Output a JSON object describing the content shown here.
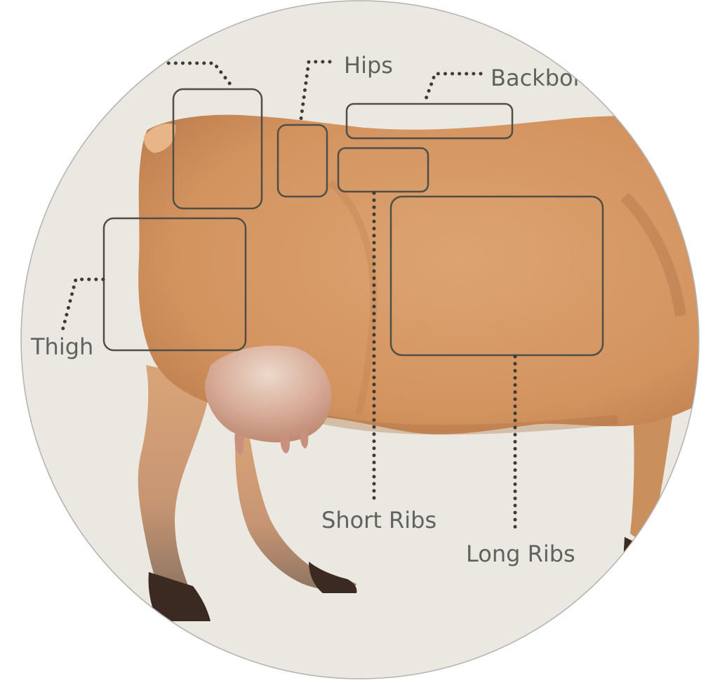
{
  "diagram": {
    "labels": {
      "thigh": "Thigh",
      "hips": "Hips",
      "backbone": "Backbone",
      "short_ribs": "Short Ribs",
      "long_ribs": "Long Ribs"
    },
    "colors": {
      "background": "#ebe8e1",
      "cow_body": "#d79a68",
      "cow_shadow": "#b97a4c",
      "cow_light": "#e7b587",
      "udder": "#c9917d",
      "hoof": "#3a2a22",
      "box_stroke": "#4f4f47",
      "label_text": "#5e6360",
      "dots": "#3d3c37",
      "circle_edge": "#b5b5b5"
    },
    "icons": [
      "cow-illustration"
    ]
  }
}
